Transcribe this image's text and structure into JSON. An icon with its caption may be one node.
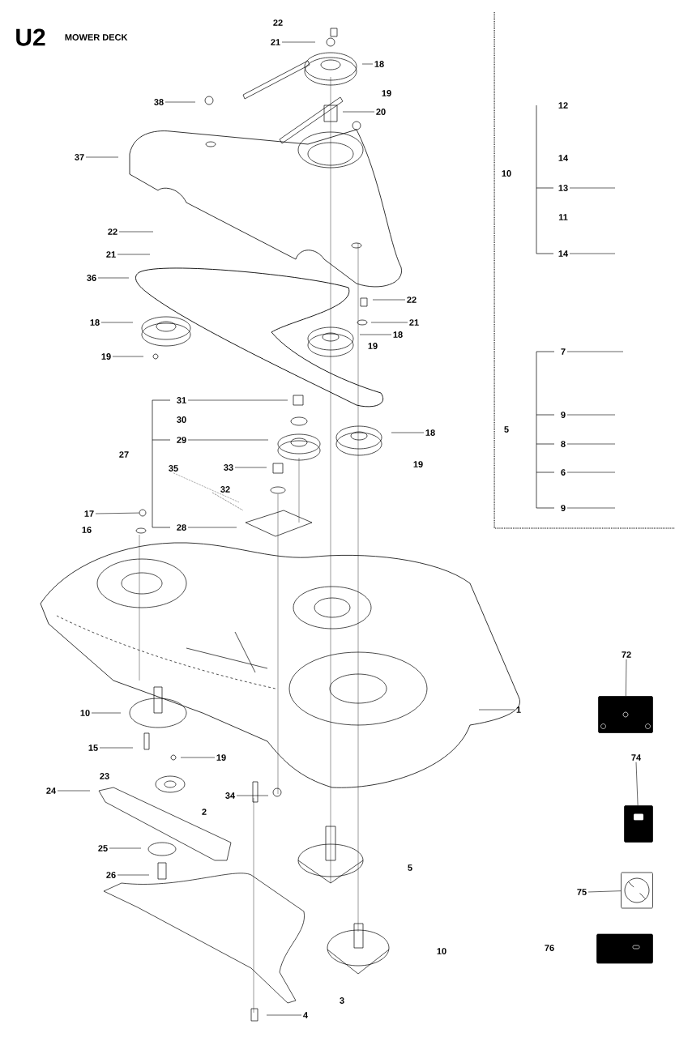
{
  "diagram": {
    "title": "U2",
    "nodes": [
      {
        "text": [
          "21"
        ]
      },
      {
        "text": [
          "18"
        ]
      },
      {
        "text": [
          "20"
        ]
      },
      {
        "text": [
          "38"
        ]
      },
      {
        "text": [
          "37"
        ]
      },
      {
        "text": [
          "22"
        ]
      },
      {
        "text": [
          "21"
        ]
      },
      {
        "text": [
          "36"
        ]
      },
      {
        "text": [
          "18"
        ]
      },
      {
        "text": [
          "19"
        ]
      },
      {
        "text": [
          "22"
        ]
      },
      {
        "text": [
          "21"
        ]
      },
      {
        "text": [
          "18"
        ]
      },
      {
        "text": [
          "18"
        ]
      },
      {
        "text": [
          "31"
        ]
      },
      {
        "text": [
          "29"
        ]
      },
      {
        "text": [
          "33"
        ]
      },
      {
        "text": [
          "35"
        ]
      },
      {
        "text": [
          "17"
        ]
      },
      {
        "text": [
          "28"
        ]
      },
      {
        "text": [
          "10"
        ]
      },
      {
        "text": [
          "15"
        ]
      },
      {
        "text": [
          "19"
        ]
      },
      {
        "text": [
          "24"
        ]
      },
      {
        "text": [
          "34"
        ]
      },
      {
        "text": [
          "25"
        ]
      },
      {
        "text": [
          "26"
        ]
      },
      {
        "text": [
          "4"
        ]
      },
      {
        "text": [
          "1"
        ]
      },
      {
        "text": [
          "13"
        ]
      },
      {
        "text": [
          "14"
        ]
      },
      {
        "text": [
          "7"
        ]
      },
      {
        "text": [
          "9"
        ]
      },
      {
        "text": [
          "8"
        ]
      },
      {
        "text": [
          "6"
        ]
      },
      {
        "text": [
          "9"
        ]
      },
      {
        "text": [
          "72"
        ]
      },
      {
        "text": [
          "74"
        ]
      },
      {
        "text": [
          "75"
        ]
      },
      {
        "text": [],
        "shape": "box"
      },
      {
        "text": [],
        "shape": "box"
      },
      {
        "text": [],
        "shape": "box"
      },
      {
        "text": [],
        "shape": "box"
      },
      {
        "text": [],
        "shape": "circle"
      }
    ],
    "edges": [
      {
        "from": 0,
        "to": null,
        "arrow": "none"
      },
      {
        "from": 1,
        "to": null,
        "arrow": "none"
      },
      {
        "from": 2,
        "to": null,
        "arrow": "none"
      },
      {
        "from": 3,
        "to": null,
        "arrow": "none"
      },
      {
        "from": 4,
        "to": null,
        "arrow": "none"
      },
      {
        "from": 5,
        "to": null,
        "arrow": "none"
      },
      {
        "from": 6,
        "to": null,
        "arrow": "none"
      },
      {
        "from": 7,
        "to": null,
        "arrow": "none"
      },
      {
        "from": 8,
        "to": null,
        "arrow": "none"
      },
      {
        "from": 9,
        "to": null,
        "arrow": "none"
      },
      {
        "from": 10,
        "to": null,
        "arrow": "none"
      },
      {
        "from": 11,
        "to": null,
        "arrow": "none"
      },
      {
        "from": 12,
        "to": null,
        "arrow": "none"
      },
      {
        "from": 13,
        "to": null,
        "arrow": "none"
      },
      {
        "from": 14,
        "to": null,
        "arrow": "none"
      },
      {
        "from": 15,
        "to": null,
        "arrow": "none"
      },
      {
        "from": 16,
        "to": null,
        "arrow": "none"
      },
      {
        "from": 17,
        "to": null,
        "arrow": "none",
        "style": "dashed"
      },
      {
        "from": 18,
        "to": 43,
        "arrow": "none"
      },
      {
        "from": 19,
        "to": null,
        "arrow": "none"
      },
      {
        "from": 20,
        "to": null,
        "arrow": "none"
      },
      {
        "from": 21,
        "to": null,
        "arrow": "none"
      },
      {
        "from": 22,
        "to": null,
        "arrow": "none"
      },
      {
        "from": 23,
        "to": null,
        "arrow": "none"
      },
      {
        "from": 24,
        "to": null,
        "arrow": "none"
      },
      {
        "from": 25,
        "to": null,
        "arrow": "none"
      },
      {
        "from": 26,
        "to": null,
        "arrow": "none"
      },
      {
        "from": 27,
        "to": null,
        "arrow": "none"
      },
      {
        "from": 28,
        "to": null,
        "arrow": "none"
      },
      {
        "from": 29,
        "to": null,
        "arrow": "none"
      },
      {
        "from": 30,
        "to": null,
        "arrow": "none"
      },
      {
        "from": 31,
        "to": null,
        "arrow": "none"
      },
      {
        "from": 32,
        "to": null,
        "arrow": "none"
      },
      {
        "from": 33,
        "to": null,
        "arrow": "none"
      },
      {
        "from": 34,
        "to": null,
        "arrow": "none"
      },
      {
        "from": 35,
        "to": null,
        "arrow": "none"
      },
      {
        "from": 36,
        "to": 39,
        "arrow": "none"
      },
      {
        "from": 37,
        "to": 40,
        "arrow": "none"
      },
      {
        "from": 38,
        "to": 41,
        "arrow": "none"
      }
    ],
    "labels": [
      "MOWER DECK",
      "22",
      "19",
      "12",
      "14",
      "10",
      "11",
      "19",
      "30",
      "5",
      "27",
      "19",
      "32",
      "16",
      "23",
      "2",
      "5",
      "76",
      "10",
      "3"
    ]
  }
}
